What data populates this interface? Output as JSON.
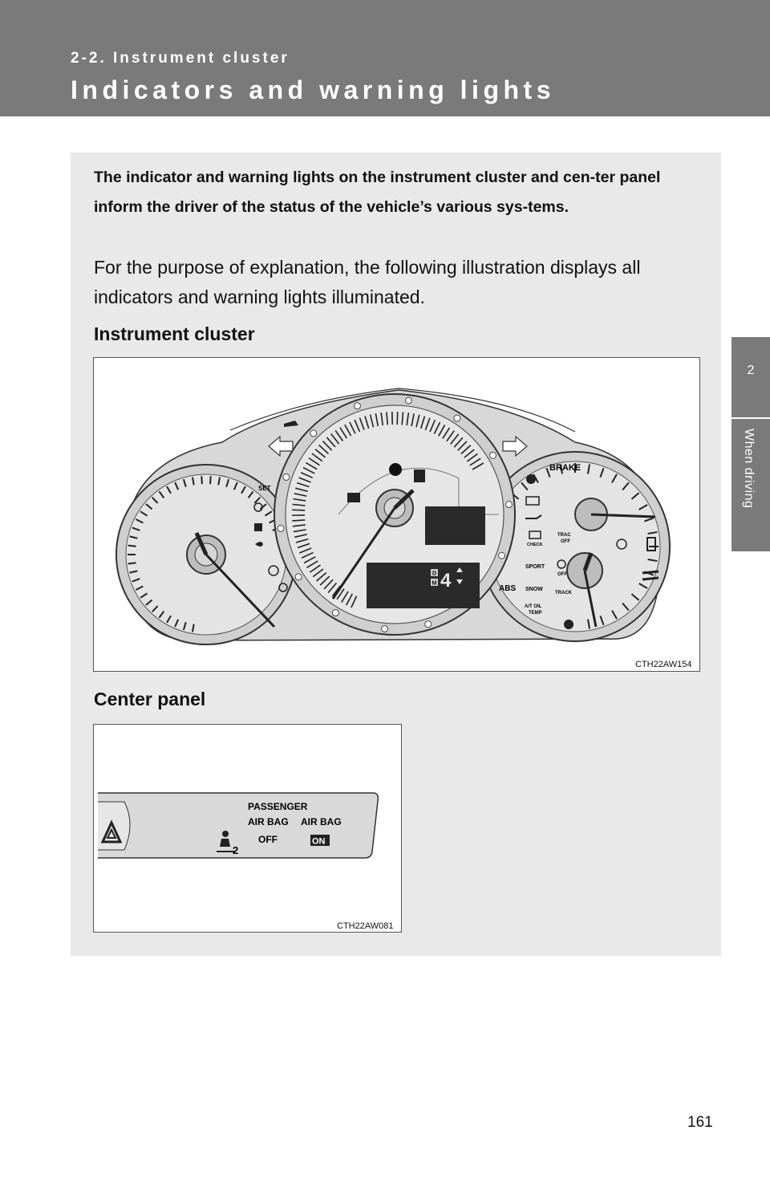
{
  "header": {
    "section": "2-2. Instrument cluster",
    "title": "Indicators and warning lights"
  },
  "side_tab": {
    "number": "2",
    "label": "When driving"
  },
  "intro": {
    "bold": "The indicator and warning lights on the instrument cluster and cen-ter panel inform the driver of the status of the vehicle’s various sys-tems.",
    "regular": "For the purpose of explanation, the following illustration displays all indicators and warning lights illuminated."
  },
  "instrument_cluster": {
    "heading": "Instrument cluster",
    "figure_code": "CTH22AW154",
    "labels": {
      "set": "SET",
      "brake": "BRAKE",
      "check": "CHECK",
      "trac": "TRAC",
      "off": "OFF",
      "sport": "SPORT",
      "snow": "SNOW",
      "track": "TRACK",
      "abs": "ABS",
      "at_oil": "A/T OIL",
      "temp": "TEMP",
      "gear_d": "D",
      "gear_m": "M",
      "gear_num": "4"
    }
  },
  "center_panel": {
    "heading": "Center panel",
    "figure_code": "CTH22AW081",
    "passenger": "PASSENGER",
    "air_bag_1": "AIR BAG",
    "air_bag_2": "AIR BAG",
    "off": "OFF",
    "on": "ON",
    "seat_num": "2"
  },
  "page_number": "161"
}
